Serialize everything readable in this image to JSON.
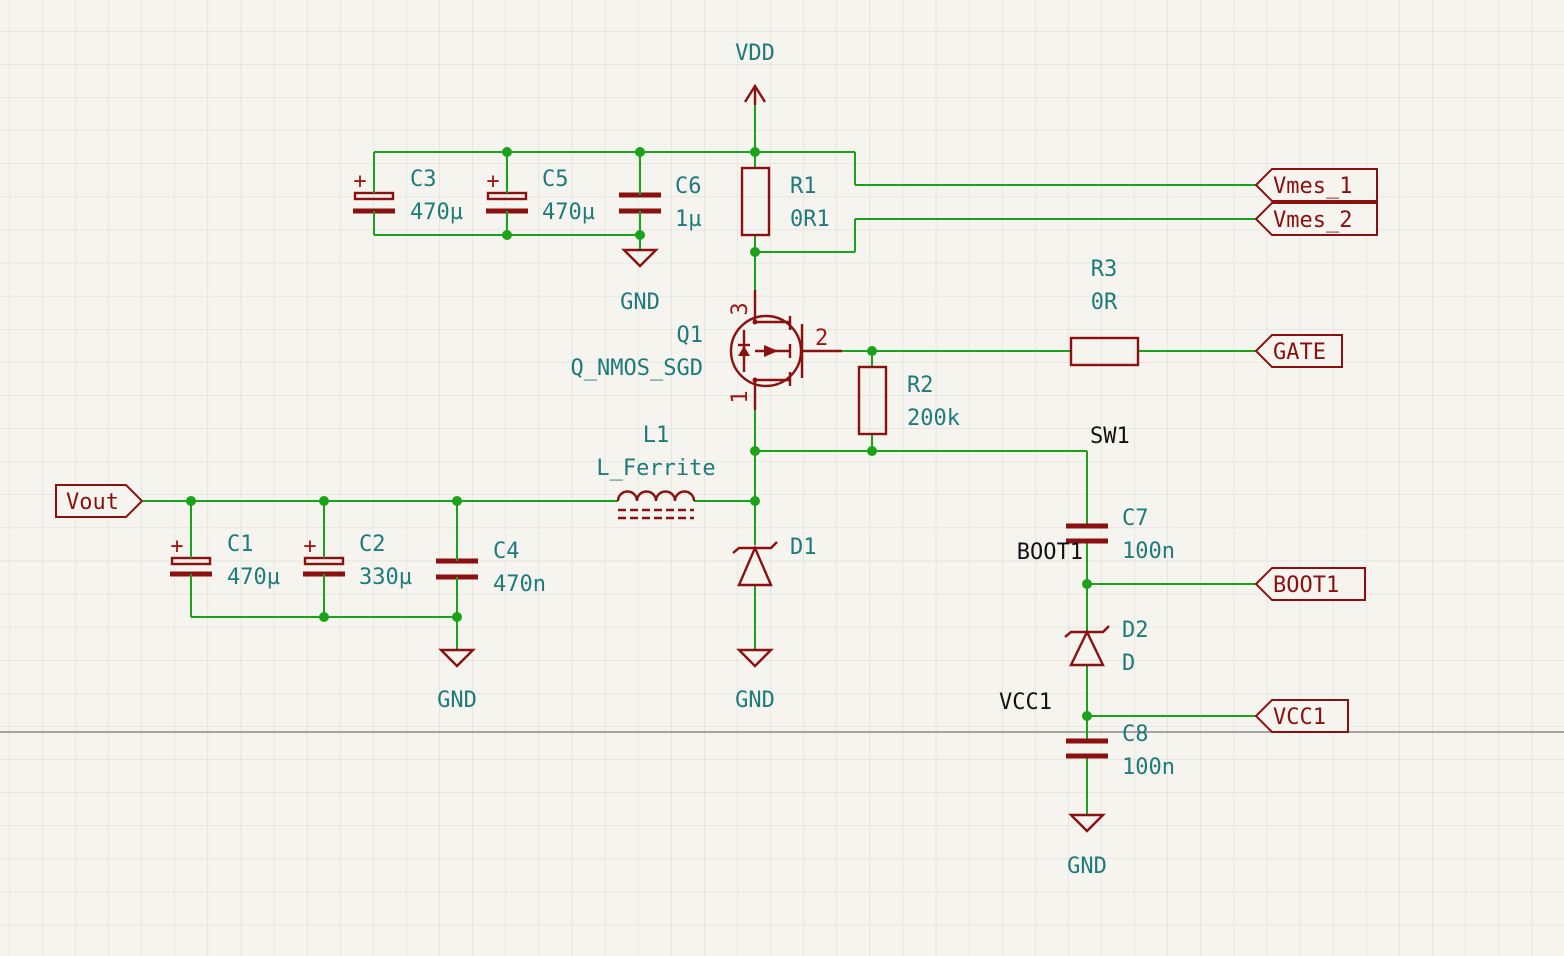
{
  "power": {
    "vdd": "VDD",
    "gnd": "GND"
  },
  "components": {
    "C1": {
      "ref": "C1",
      "value": "470µ"
    },
    "C2": {
      "ref": "C2",
      "value": "330µ"
    },
    "C3": {
      "ref": "C3",
      "value": "470µ"
    },
    "C4": {
      "ref": "C4",
      "value": "470n"
    },
    "C5": {
      "ref": "C5",
      "value": "470µ"
    },
    "C6": {
      "ref": "C6",
      "value": "1µ"
    },
    "C7": {
      "ref": "C7",
      "value": "100n"
    },
    "C8": {
      "ref": "C8",
      "value": "100n"
    },
    "R1": {
      "ref": "R1",
      "value": "0R1"
    },
    "R2": {
      "ref": "R2",
      "value": "200k"
    },
    "R3": {
      "ref": "R3",
      "value": "0R"
    },
    "Q1": {
      "ref": "Q1",
      "value": "Q_NMOS_SGD",
      "pins": [
        "3",
        "2",
        "1"
      ]
    },
    "L1": {
      "ref": "L1",
      "value": "L_Ferrite"
    },
    "D1": {
      "ref": "D1"
    },
    "D2": {
      "ref": "D2",
      "value": "D"
    }
  },
  "polarity_mark": "+",
  "net_labels": {
    "sw1": "SW1",
    "boot1": "BOOT1",
    "vcc1": "VCC1"
  },
  "global_labels": {
    "vout": "Vout",
    "vmes1": "Vmes_1",
    "vmes2": "Vmes_2",
    "gate": "GATE",
    "boot1": "BOOT1",
    "vcc1": "VCC1"
  },
  "colors": {
    "background": "#f5f4ef",
    "grid": "#d9d8d2",
    "wire": "#1aa31a",
    "symbol": "#8b1010",
    "reference_text": "#1f7a7a",
    "net_text": "#111111"
  }
}
